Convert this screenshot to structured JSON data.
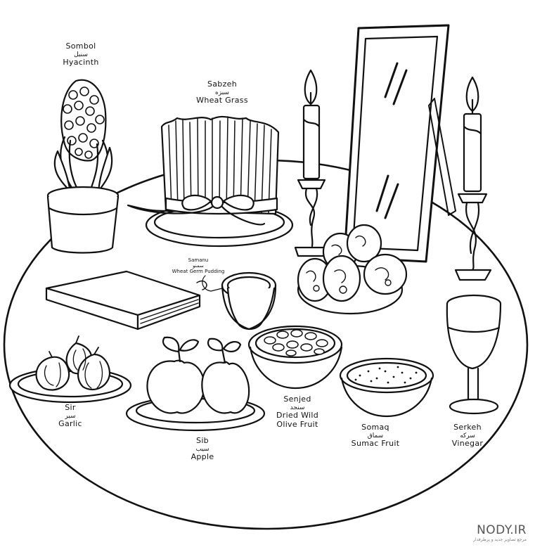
{
  "items": {
    "sombol": {
      "name": "Sombol",
      "persian": "سنبل",
      "english": "Hyacinth"
    },
    "sabzeh": {
      "name": "Sabzeh",
      "persian": "سبزه",
      "english": "Wheat Grass"
    },
    "samanu": {
      "name": "Samanu",
      "persian": "سمنو",
      "english": "Wheat Germ Pudding"
    },
    "sir": {
      "name": "Sir",
      "persian": "سیر",
      "english": "Garlic"
    },
    "sib": {
      "name": "Sib",
      "persian": "سیب",
      "english": "Apple"
    },
    "senjed": {
      "name": "Senjed",
      "persian": "سنجد",
      "english_line1": "Dried Wild",
      "english_line2": "Olive Fruit"
    },
    "somaq": {
      "name": "Somaq",
      "persian": "سماق",
      "english": "Sumac Fruit"
    },
    "serkeh": {
      "name": "Serkeh",
      "persian": "سرکه",
      "english": "Vinegar"
    }
  },
  "watermark": {
    "brand": "NODY.IR",
    "tagline": "مرجع تصاویر جدید و پرطرفدار"
  }
}
